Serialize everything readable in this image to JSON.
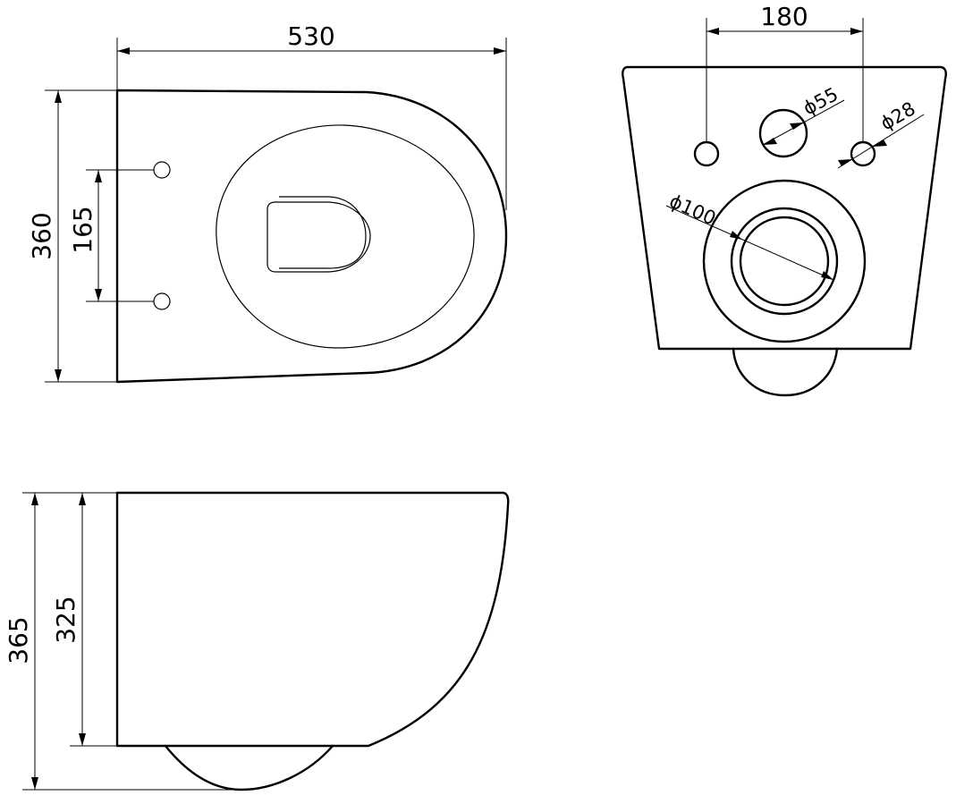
{
  "top_view": {
    "width_dim": "530",
    "depth_dim": "360",
    "bolt_spacing_dim": "165"
  },
  "rear_view": {
    "bolt_spacing_dim": "180",
    "inlet_diameter": "ϕ55",
    "bolt_diameter": "ϕ28",
    "outlet_diameter": "ϕ100"
  },
  "side_view": {
    "total_height_dim": "365",
    "bowl_height_dim": "325"
  }
}
